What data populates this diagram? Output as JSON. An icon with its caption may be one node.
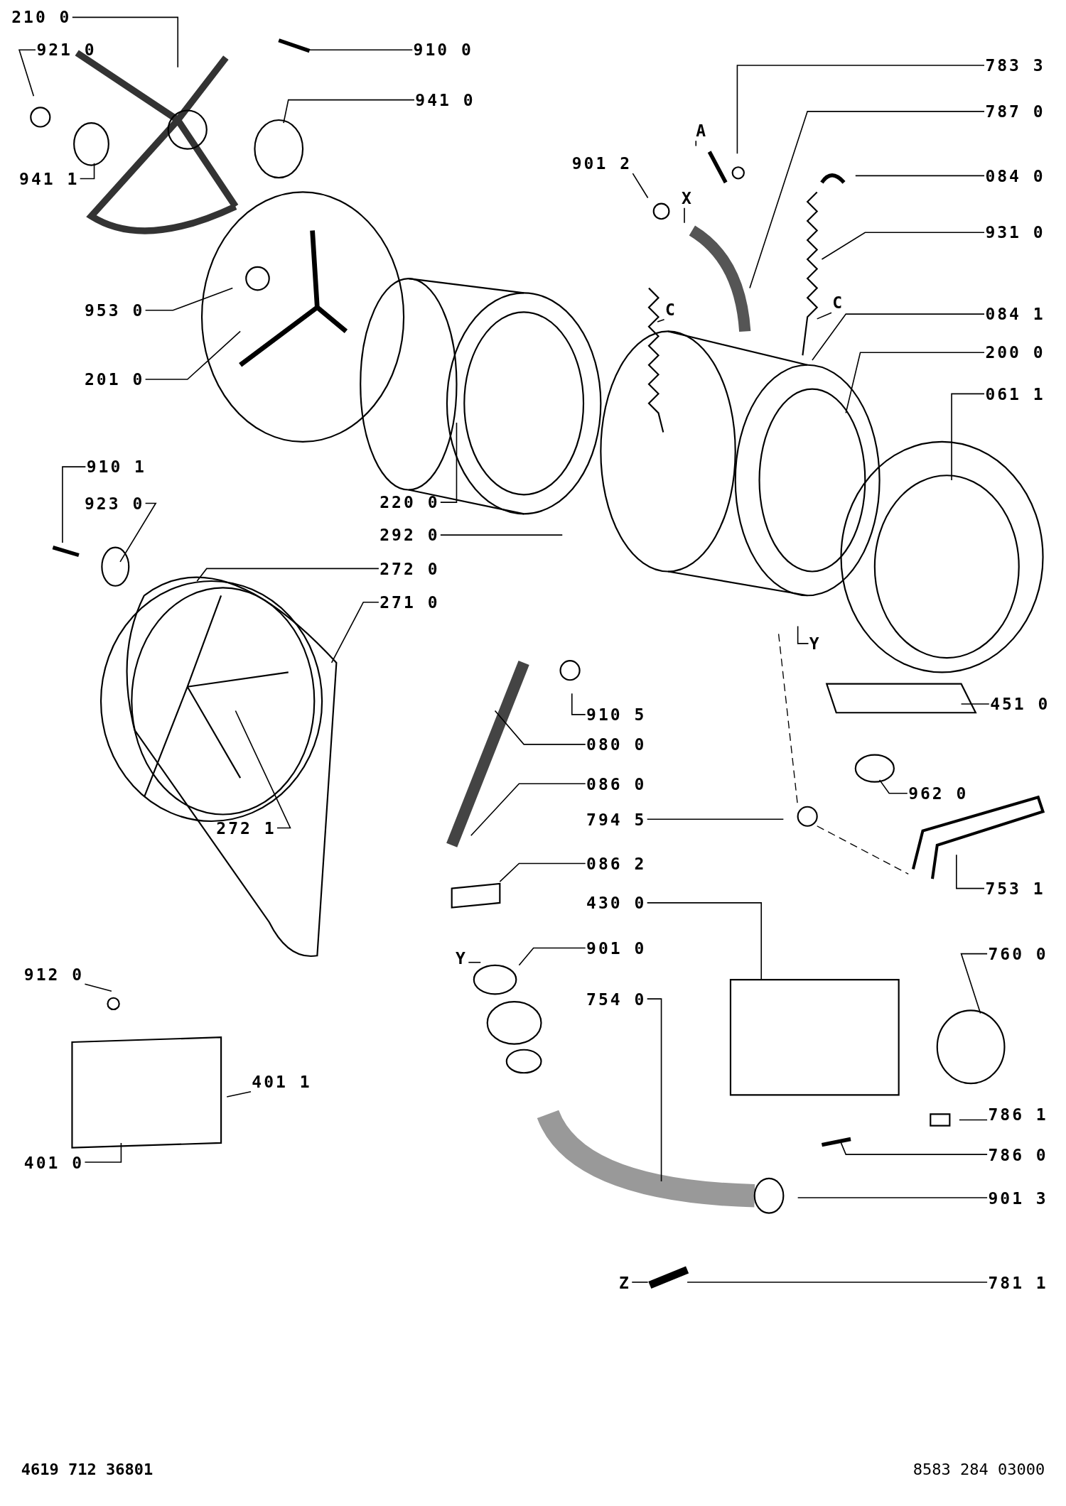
{
  "diagram": {
    "nodes": [
      {
        "text": [
          "210 0"
        ]
      },
      {
        "text": [
          "921 0"
        ]
      },
      {
        "text": [
          "910 0"
        ]
      },
      {
        "text": [
          "941 0"
        ]
      },
      {
        "text": [
          "941 1"
        ]
      },
      {
        "text": [
          "953 0"
        ]
      },
      {
        "text": [
          "201 0"
        ]
      },
      {
        "text": [
          "783 3"
        ]
      },
      {
        "text": [
          "787 0"
        ]
      },
      {
        "text": [
          "901 2"
        ]
      },
      {
        "text": [
          "084 0"
        ]
      },
      {
        "text": [
          "931 0"
        ]
      },
      {
        "text": [
          "084 1"
        ]
      },
      {
        "text": [
          "200 0"
        ]
      },
      {
        "text": [
          "061 1"
        ]
      },
      {
        "text": [
          "910 1"
        ]
      },
      {
        "text": [
          "923 0"
        ]
      },
      {
        "text": [
          "220 0"
        ]
      },
      {
        "text": [
          "292 0"
        ]
      },
      {
        "text": [
          "272 0"
        ]
      },
      {
        "text": [
          "271 0"
        ]
      },
      {
        "text": [
          "910 5"
        ]
      },
      {
        "text": [
          "080 0"
        ]
      },
      {
        "text": [
          "451 0"
        ]
      },
      {
        "text": [
          "086 0"
        ]
      },
      {
        "text": [
          "962 0"
        ]
      },
      {
        "text": [
          "794 5"
        ]
      },
      {
        "text": [
          "272 1"
        ]
      },
      {
        "text": [
          "086 2"
        ]
      },
      {
        "text": [
          "753 1"
        ]
      },
      {
        "text": [
          "430 0"
        ]
      },
      {
        "text": [
          "901 0"
        ]
      },
      {
        "text": [
          "760 0"
        ]
      },
      {
        "text": [
          "754 0"
        ]
      },
      {
        "text": [
          "912 0"
        ]
      },
      {
        "text": [
          "401 1"
        ]
      },
      {
        "text": [
          "786 1"
        ]
      },
      {
        "text": [
          "786 0"
        ]
      },
      {
        "text": [
          "401 0"
        ]
      },
      {
        "text": [
          "901 3"
        ]
      },
      {
        "text": [
          "781 1"
        ]
      },
      {
        "text": [
          "A"
        ]
      },
      {
        "text": [
          "X"
        ]
      },
      {
        "text": [
          "C"
        ]
      },
      {
        "text": [
          "C"
        ]
      },
      {
        "text": [
          "Y"
        ]
      },
      {
        "text": [
          "Y"
        ]
      },
      {
        "text": [
          "Z"
        ]
      }
    ],
    "edges": [
      {
        "from": 0,
        "to": null,
        "arrow": "none"
      },
      {
        "from": 1,
        "to": null,
        "arrow": "none"
      },
      {
        "from": 2,
        "to": null,
        "arrow": "none"
      },
      {
        "from": 3,
        "to": null,
        "arrow": "none"
      },
      {
        "from": 4,
        "to": null,
        "arrow": "none"
      },
      {
        "from": 5,
        "to": null,
        "arrow": "none"
      },
      {
        "from": 6,
        "to": null,
        "arrow": "none"
      },
      {
        "from": 7,
        "to": null,
        "arrow": "none"
      },
      {
        "from": 8,
        "to": null,
        "arrow": "none"
      },
      {
        "from": 9,
        "to": null,
        "arrow": "none"
      },
      {
        "from": 10,
        "to": null,
        "arrow": "none"
      },
      {
        "from": 11,
        "to": null,
        "arrow": "none"
      },
      {
        "from": 12,
        "to": null,
        "arrow": "none"
      },
      {
        "from": 13,
        "to": null,
        "arrow": "none"
      },
      {
        "from": 14,
        "to": null,
        "arrow": "none"
      },
      {
        "from": 15,
        "to": null,
        "arrow": "none"
      },
      {
        "from": 16,
        "to": null,
        "arrow": "none"
      },
      {
        "from": 17,
        "to": null,
        "arrow": "none"
      },
      {
        "from": 18,
        "to": null,
        "arrow": "none"
      },
      {
        "from": 19,
        "to": null,
        "arrow": "none"
      },
      {
        "from": 20,
        "to": null,
        "arrow": "none"
      },
      {
        "from": 21,
        "to": null,
        "arrow": "none"
      },
      {
        "from": 22,
        "to": null,
        "arrow": "none"
      },
      {
        "from": 23,
        "to": null,
        "arrow": "none"
      },
      {
        "from": 24,
        "to": null,
        "arrow": "none"
      },
      {
        "from": 25,
        "to": null,
        "arrow": "none"
      },
      {
        "from": 26,
        "to": null,
        "arrow": "none"
      },
      {
        "from": 27,
        "to": null,
        "arrow": "none"
      },
      {
        "from": 28,
        "to": null,
        "arrow": "none"
      },
      {
        "from": 29,
        "to": null,
        "arrow": "none"
      },
      {
        "from": 30,
        "to": null,
        "arrow": "none"
      },
      {
        "from": 31,
        "to": null,
        "arrow": "none"
      },
      {
        "from": 32,
        "to": null,
        "arrow": "none"
      },
      {
        "from": 33,
        "to": null,
        "arrow": "none"
      },
      {
        "from": 34,
        "to": null,
        "arrow": "none"
      },
      {
        "from": 35,
        "to": null,
        "arrow": "none"
      },
      {
        "from": 36,
        "to": null,
        "arrow": "none"
      },
      {
        "from": 37,
        "to": null,
        "arrow": "none"
      },
      {
        "from": 38,
        "to": null,
        "arrow": "none"
      },
      {
        "from": 39,
        "to": null,
        "arrow": "none"
      },
      {
        "from": 40,
        "to": null,
        "arrow": "none"
      },
      {
        "from": 41,
        "to": null,
        "arrow": "none"
      },
      {
        "from": 42,
        "to": null,
        "arrow": "none"
      },
      {
        "from": 43,
        "to": null,
        "arrow": "none"
      },
      {
        "from": 44,
        "to": null,
        "arrow": "none"
      },
      {
        "from": 45,
        "to": null,
        "arrow": "none"
      },
      {
        "from": 46,
        "to": null,
        "arrow": "none"
      },
      {
        "from": 47,
        "to": null,
        "arrow": "none"
      }
    ],
    "labels": [
      "4619 712 36801",
      "8583 284 03000"
    ]
  }
}
